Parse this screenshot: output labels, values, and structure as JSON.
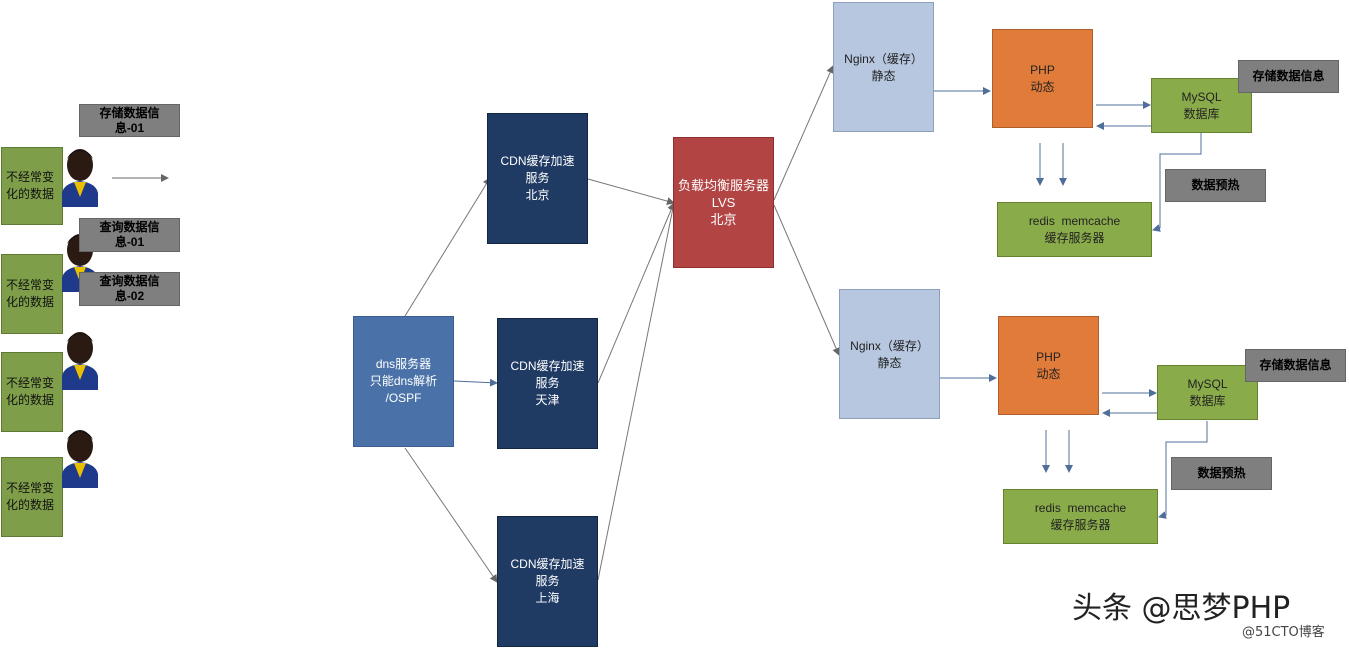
{
  "users": [
    {
      "label": "不经常变化的数据"
    },
    {
      "label": "不经常变化的数据"
    },
    {
      "label": "不经常变化的数据"
    },
    {
      "label": "不经常变化的数据"
    }
  ],
  "user_notes": {
    "store_info_01": "存储数据信息-01",
    "query_info_01": "查询数据信息-01",
    "query_info_02": "查询数据信息-02"
  },
  "dns": {
    "line1": "dns服务器",
    "line2": "只能dns解析",
    "line3": "/OSPF"
  },
  "cdn_nodes": [
    {
      "line1": "CDN缓存加速",
      "line2": "服务",
      "line3": "北京"
    },
    {
      "line1": "CDN缓存加速",
      "line2": "服务",
      "line3": "天津"
    },
    {
      "line1": "CDN缓存加速",
      "line2": "服务",
      "line3": "上海"
    }
  ],
  "lvs": {
    "line1": "负载均衡服务器",
    "line2": "LVS",
    "line3": "北京"
  },
  "upper": {
    "nginx": {
      "line1": "Nginx（缓存）",
      "line2": "静态"
    },
    "php": {
      "line1": "PHP",
      "line2": "动态"
    },
    "mysql": {
      "line1": "MySQL",
      "line2": "数据库"
    },
    "store_label": "存储数据信息",
    "prewarm_label": "数据预热",
    "redis": {
      "line1": "redis  memcache",
      "line2": "缓存服务器"
    }
  },
  "lower": {
    "nginx": {
      "line1": "Nginx（缓存）",
      "line2": "静态"
    },
    "php": {
      "line1": "PHP",
      "line2": "动态"
    },
    "mysql": {
      "line1": "MySQL",
      "line2": "数据库"
    },
    "store_label": "存储数据信息",
    "prewarm_label": "数据预热",
    "redis": {
      "line1": "redis  memcache",
      "line2": "缓存服务器"
    }
  },
  "watermark": {
    "main": "头条 @思梦PHP",
    "sub": "@51CTO博客"
  },
  "colors": {
    "user_green": "#7f9e4a",
    "grey": "#7f7f7f",
    "dns_blue": "#4a72a8",
    "cdn_navy": "#1f3a63",
    "lvs_red": "#b24444",
    "nginx_light": "#b7c7e0",
    "php_orange": "#e07b39",
    "db_green": "#8aab4a",
    "line": "#6b7b8c"
  }
}
